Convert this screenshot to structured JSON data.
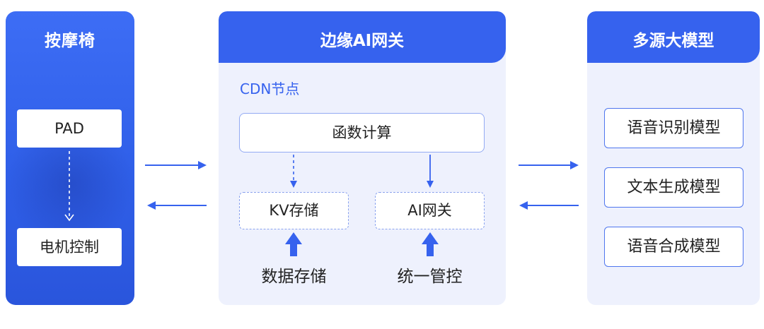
{
  "colors": {
    "primary": "#3662ee",
    "panel_bg": "#eef1fd",
    "left_panel": "#2f5fe8",
    "dashed_border": "#8aa2ee"
  },
  "left_panel": {
    "title": "按摩椅",
    "items": [
      "PAD",
      "电机控制"
    ]
  },
  "center_panel": {
    "title": "边缘AI网关",
    "section_label": "CDN节点",
    "function_box": "函数计算",
    "kv_box": "KV存储",
    "gateway_box": "AI网关",
    "bottom_left": "数据存储",
    "bottom_right": "统一管控"
  },
  "right_panel": {
    "title": "多源大模型",
    "models": [
      "语音识别模型",
      "文本生成模型",
      "语音合成模型"
    ]
  }
}
